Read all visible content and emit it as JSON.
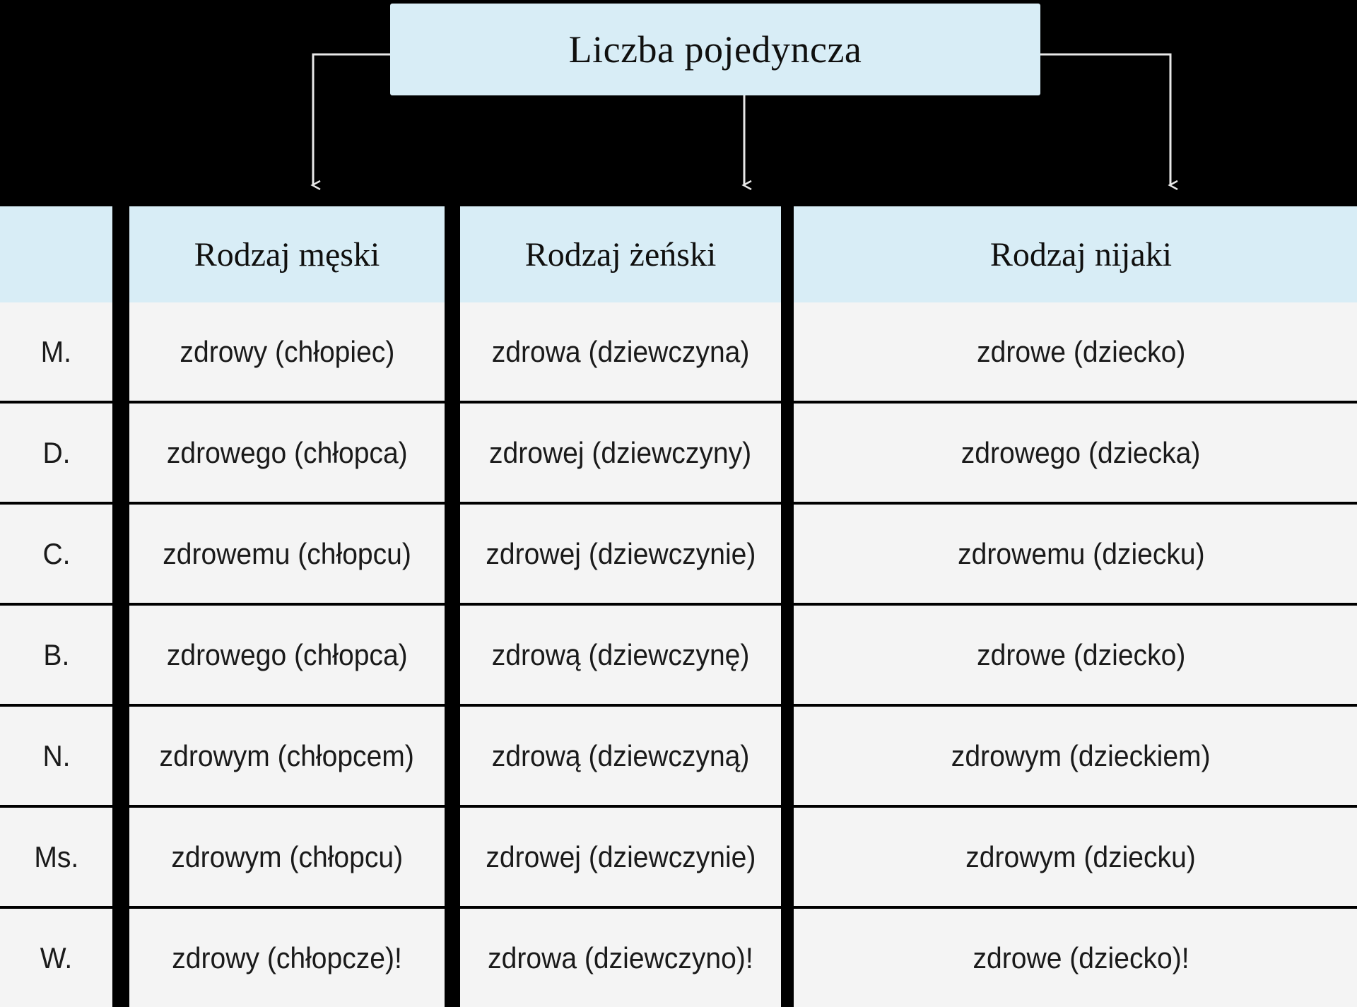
{
  "title": {
    "label": "Liczba pojedyncza"
  },
  "colors": {
    "header_blue": "#d8edf6",
    "cell_gray": "#f4f4f4",
    "background": "#000000",
    "text": "#10100f"
  },
  "table": {
    "corner_label": "",
    "columns": [
      "Rodzaj męski",
      "Rodzaj żeński",
      "Rodzaj nijaki"
    ],
    "row_labels": [
      "M.",
      "D.",
      "C.",
      "B.",
      "N.",
      "Ms.",
      "W."
    ],
    "rows": [
      {
        "label": "M.",
        "cells": [
          "zdrowy (chłopiec)",
          "zdrowa (dziewczyna)",
          "zdrowe (dziecko)"
        ]
      },
      {
        "label": "D.",
        "cells": [
          "zdrowego (chłopca)",
          "zdrowej (dziewczyny)",
          "zdrowego (dziecka)"
        ]
      },
      {
        "label": "C.",
        "cells": [
          "zdrowemu (chłopcu)",
          "zdrowej (dziewczynie)",
          "zdrowemu (dziecku)"
        ]
      },
      {
        "label": "B.",
        "cells": [
          "zdrowego (chłopca)",
          "zdrową (dziewczynę)",
          "zdrowe (dziecko)"
        ]
      },
      {
        "label": "N.",
        "cells": [
          "zdrowym (chłopcem)",
          "zdrową (dziewczyną)",
          "zdrowym (dzieckiem)"
        ]
      },
      {
        "label": "Ms.",
        "cells": [
          "zdrowym (chłopcu)",
          "zdrowej (dziewczynie)",
          "zdrowym (dziecku)"
        ]
      },
      {
        "label": "W.",
        "cells": [
          "zdrowy (chłopcze)!",
          "zdrowa (dziewczyno)!",
          "zdrowe (dziecko)!"
        ]
      }
    ]
  }
}
